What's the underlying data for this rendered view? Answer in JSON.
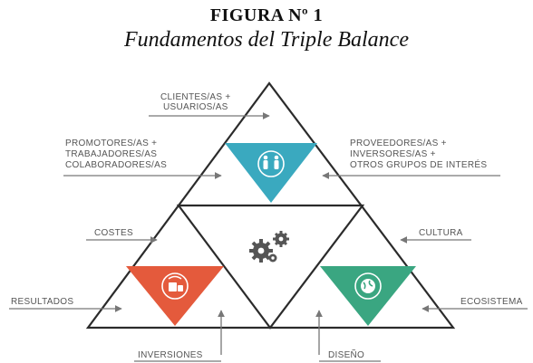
{
  "figure": {
    "number": "FIGURA Nº 1",
    "caption": "Fundamentos del Triple Balance"
  },
  "labels": {
    "clientes": [
      "CLIENTES/AS +",
      "USUARIOS/AS"
    ],
    "promotores": [
      "PROMOTORES/AS +",
      "TRABAJADORES/AS",
      "COLABORADORES/AS"
    ],
    "proveedores": [
      "PROVEEDORES/AS +",
      "INVERSORES/AS +",
      "OTROS GRUPOS DE INTERÉS"
    ],
    "costes": "COSTES",
    "cultura": "CULTURA",
    "resultados": "RESULTADOS",
    "ecosistema": "ECOSISTEMA",
    "inversiones": "INVERSIONES",
    "diseno": "DISEÑO"
  },
  "colors": {
    "people": "#3aa9bf",
    "money": "#e45a3c",
    "planet": "#3aa681",
    "gears": "#555555",
    "lines": "#2b2b2b",
    "arrows": "#777777"
  },
  "icons": {
    "people": "people-icon",
    "money": "money-icon",
    "planet": "globe-icon",
    "center": "gears-icon"
  }
}
